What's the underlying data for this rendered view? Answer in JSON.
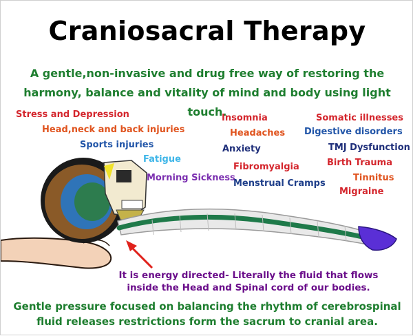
{
  "title": "Craniosacral Therapy",
  "subtitle": "A gentle,non-invasive and drug free way of restoring the harmony, balance and vitality of mind and body using light touch.",
  "conditions": [
    {
      "id": "stress",
      "label": "Stress and Depression",
      "color": "#d4262d"
    },
    {
      "id": "injuries",
      "label": "Head,neck and back injuries",
      "color": "#e0541f"
    },
    {
      "id": "sports",
      "label": "Sports injuries",
      "color": "#2155a8"
    },
    {
      "id": "fatigue",
      "label": "Fatigue",
      "color": "#3fb6e8"
    },
    {
      "id": "morning",
      "label": "Morning Sickness",
      "color": "#7b2fb0"
    },
    {
      "id": "insomnia",
      "label": "Insomnia",
      "color": "#d4262d"
    },
    {
      "id": "headaches",
      "label": "Headaches",
      "color": "#e0541f"
    },
    {
      "id": "anxiety",
      "label": "Anxiety",
      "color": "#1f2f7a"
    },
    {
      "id": "fibro",
      "label": "Fibromyalgia",
      "color": "#d4262d"
    },
    {
      "id": "menstrual",
      "label": "Menstrual Cramps",
      "color": "#1f3f8a"
    },
    {
      "id": "somatic",
      "label": "Somatic illnesses",
      "color": "#d4262d"
    },
    {
      "id": "digestive",
      "label": "Digestive disorders",
      "color": "#2155a8"
    },
    {
      "id": "tmj",
      "label": "TMJ Dysfunction",
      "color": "#1f2f7a"
    },
    {
      "id": "birth",
      "label": "Birth Trauma",
      "color": "#d4262d"
    },
    {
      "id": "tinnitus",
      "label": "Tinnitus",
      "color": "#e0541f"
    },
    {
      "id": "migraine",
      "label": "Migraine",
      "color": "#d4262d"
    }
  ],
  "note": "It is energy directed- Literally the fluid that flows inside the Head and Spinal cord of our bodies.",
  "footer": "Gentle pressure focused on balancing the rhythm of cerebrospinal fluid releases restrictions form the sacrum to cranial area.",
  "colors": {
    "title": "#000000",
    "green_text": "#1e7e2f",
    "purple_note": "#6a0d8a",
    "cord": "#1f7a4a",
    "sacrum": "#5a2fd6",
    "arrow": "#e0221c",
    "skin": "#f3d2b8"
  }
}
